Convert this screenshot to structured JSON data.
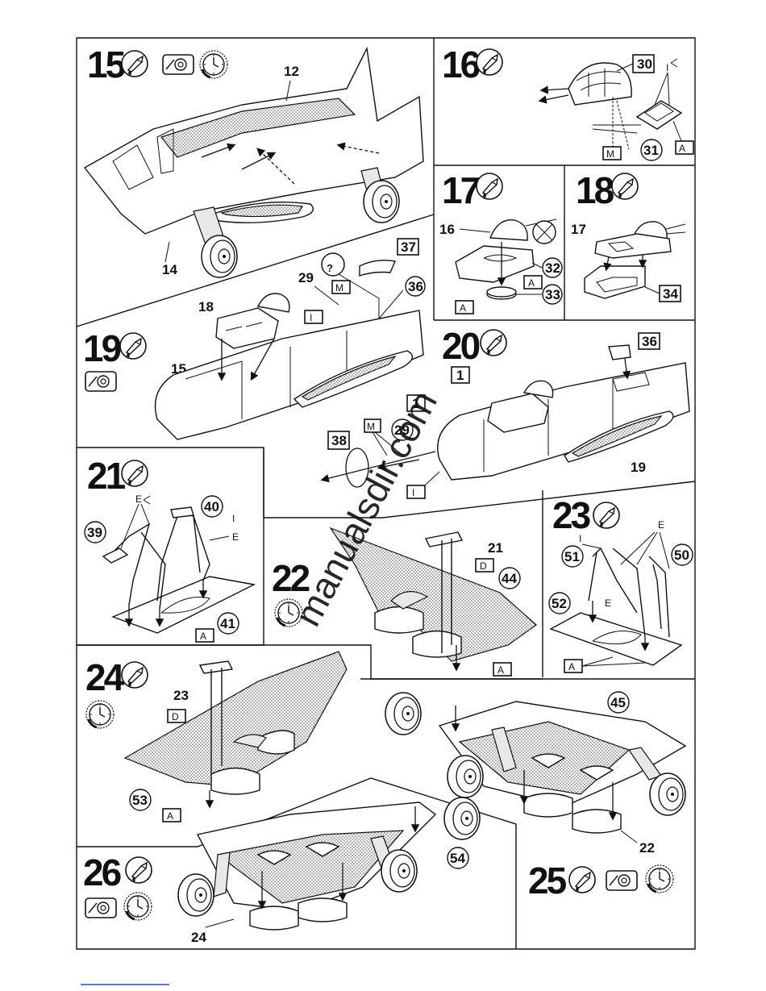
{
  "steps": [
    {
      "number": "15",
      "parts": [
        "12",
        "14"
      ],
      "icons": [
        "glue-icon",
        "tape-icon",
        "clock-icon"
      ]
    },
    {
      "number": "16",
      "parts": [
        "30",
        "31"
      ],
      "labels": [
        "I",
        "M",
        "A"
      ],
      "icons": [
        "glue-icon"
      ]
    },
    {
      "number": "17",
      "parts": [
        "16",
        "32",
        "33"
      ],
      "labels": [
        "A",
        "A"
      ],
      "icons": [
        "glue-icon",
        "no-glue-icon"
      ]
    },
    {
      "number": "18",
      "parts": [
        "17",
        "34"
      ],
      "icons": [
        "glue-icon"
      ]
    },
    {
      "number": "19",
      "parts": [
        "18",
        "15",
        "29",
        "37",
        "36"
      ],
      "labels": [
        "M",
        "I"
      ],
      "icons": [
        "glue-icon",
        "tape-icon",
        "question-icon"
      ]
    },
    {
      "number": "20",
      "parts": [
        "36",
        "1",
        "1",
        "38",
        "29",
        "19"
      ],
      "labels": [
        "M",
        "I"
      ],
      "icons": [
        "glue-icon"
      ]
    },
    {
      "number": "21",
      "parts": [
        "39",
        "40",
        "41"
      ],
      "labels": [
        "E",
        "I",
        "E",
        "A"
      ],
      "icons": [
        "glue-icon"
      ]
    },
    {
      "number": "22",
      "parts": [
        "21",
        "44"
      ],
      "labels": [
        "D",
        "A"
      ],
      "icons": [
        "clock-icon"
      ]
    },
    {
      "number": "23",
      "parts": [
        "51",
        "50",
        "52"
      ],
      "labels": [
        "I",
        "E",
        "E",
        "A"
      ],
      "icons": [
        "glue-icon"
      ]
    },
    {
      "number": "24",
      "parts": [
        "23",
        "53"
      ],
      "labels": [
        "D",
        "A"
      ],
      "icons": [
        "glue-icon",
        "clock-icon"
      ]
    },
    {
      "number": "25",
      "parts": [
        "45",
        "22"
      ],
      "icons": [
        "glue-icon",
        "tape-icon",
        "clock-icon"
      ]
    },
    {
      "number": "26",
      "parts": [
        "54",
        "24"
      ],
      "icons": [
        "glue-icon",
        "tape-icon",
        "clock-icon"
      ]
    }
  ],
  "watermark": "manualsdir.com",
  "colors": {
    "ink": "#111111",
    "paper": "#ffffff"
  }
}
